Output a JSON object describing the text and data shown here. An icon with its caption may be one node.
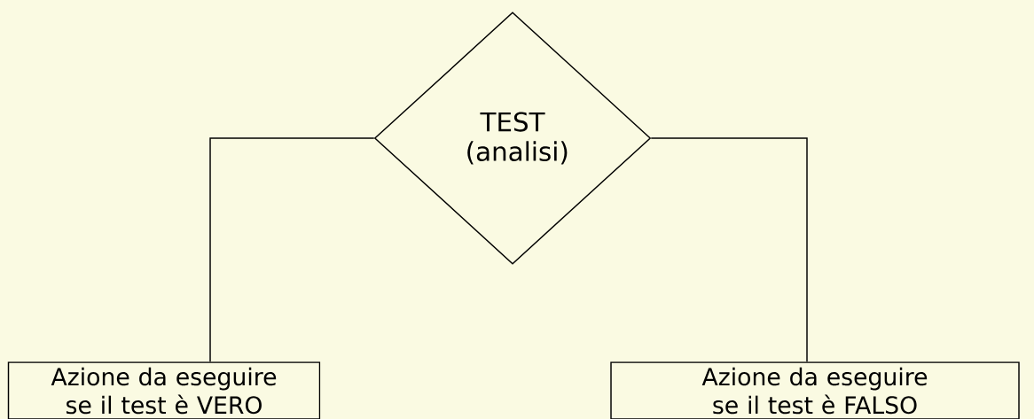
{
  "diagram": {
    "nodes": [
      {
        "text": [
          "TEST (analisi)"
        ]
      },
      {
        "text": [
          "Azione da eseguire se il test è VERO"
        ]
      },
      {
        "text": [
          "Azione da eseguire se il test è FALSO"
        ]
      }
    ],
    "edges": [
      {
        "from": 0,
        "to": 1,
        "arrow": "none"
      },
      {
        "from": 0,
        "to": 2,
        "arrow": "none"
      }
    ]
  }
}
